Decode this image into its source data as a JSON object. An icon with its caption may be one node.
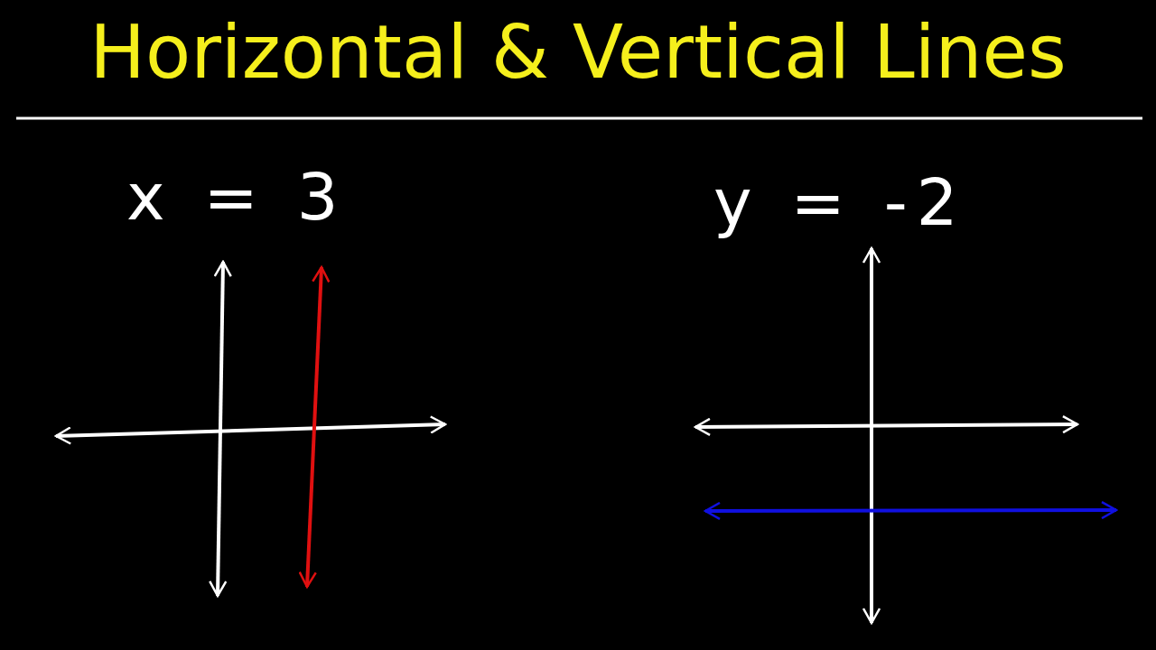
{
  "diagram": {
    "title": "Horizontal & Vertical Lines",
    "labels": [
      "x = 3",
      "y = -2"
    ]
  }
}
